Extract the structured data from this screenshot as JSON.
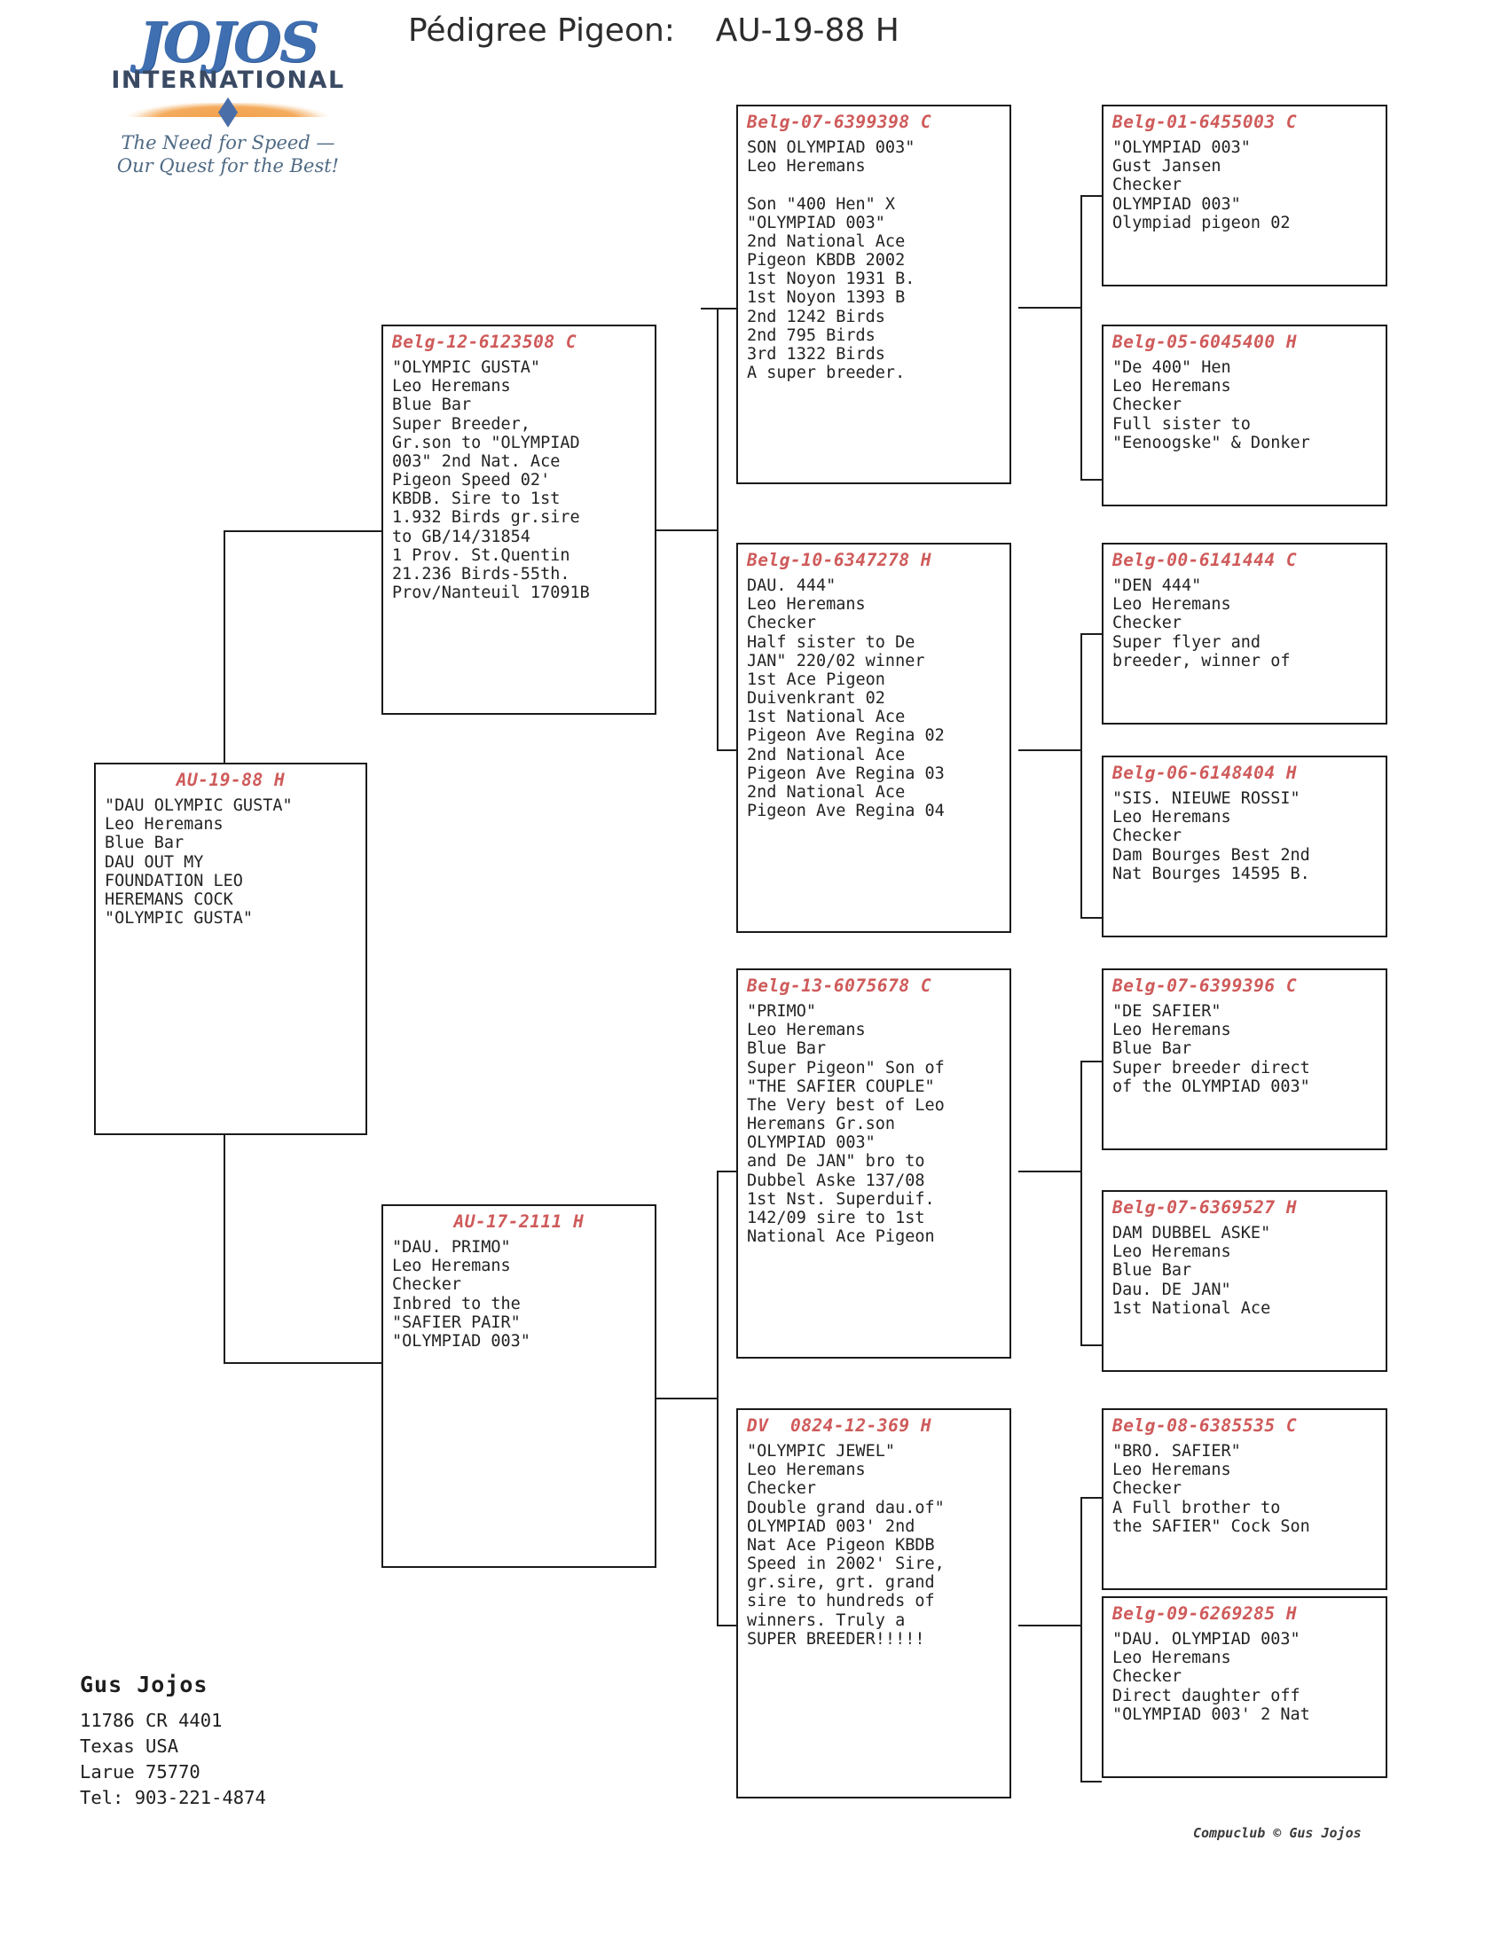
{
  "header": {
    "logo_word": "JOJOS",
    "logo_sub": "INTERNATIONAL",
    "slogan_line1": "The Need for Speed —",
    "slogan_line2": "Our Quest for the Best!",
    "title": "Pédigree Pigeon:    AU-19-88 H"
  },
  "footer": {
    "name": "Gus Jojos",
    "address1": "11786 CR 4401",
    "address2": "Texas USA",
    "address3": "Larue 75770",
    "phone": "Tel: 903-221-4874",
    "credit": "Compuclub © Gus Jojos"
  },
  "colors": {
    "id_red": "#cf5a5a",
    "text_black": "#232323",
    "box_border": "#1a1a1a",
    "shadow": "#4a4a4a",
    "logo_blue": "#3f6fb0",
    "logo_orange": "#f0a04b"
  },
  "pedigree": {
    "subject": {
      "id": "AU-19-88 H",
      "body": "\"DAU OLYMPIC GUSTA\"\nLeo Heremans\nBlue Bar\nDAU OUT MY\nFOUNDATION LEO\nHEREMANS COCK\n\"OLYMPIC GUSTA\""
    },
    "sire": {
      "id": "Belg-12-6123508 C",
      "body": "\"OLYMPIC GUSTA\"\nLeo Heremans\nBlue Bar\nSuper Breeder,\nGr.son to \"OLYMPIAD\n003\" 2nd Nat. Ace\nPigeon Speed 02'\nKBDB. Sire to 1st\n1.932 Birds gr.sire\nto GB/14/31854\n1 Prov. St.Quentin\n21.236 Birds-55th.\nProv/Nanteuil 17091B"
    },
    "dam": {
      "id": "AU-17-2111 H",
      "body": "\"DAU. PRIMO\"\nLeo Heremans\nChecker\nInbred to the\n\"SAFIER PAIR\"\n\"OLYMPIAD 003\""
    },
    "sire_sire": {
      "id": "Belg-07-6399398 C",
      "body": "SON OLYMPIAD 003\"\nLeo Heremans\n\nSon \"400 Hen\" X\n\"OLYMPIAD 003\"\n2nd National Ace\nPigeon KBDB 2002\n1st Noyon 1931 B.\n1st Noyon 1393 B\n2nd 1242 Birds\n2nd 795 Birds\n3rd 1322 Birds\nA super breeder."
    },
    "sire_dam": {
      "id": "Belg-10-6347278 H",
      "body": "DAU. 444\"\nLeo Heremans\nChecker\nHalf sister to De\nJAN\" 220/02 winner\n1st Ace Pigeon\nDuivenkrant 02\n1st National Ace\nPigeon Ave Regina 02\n2nd National Ace\nPigeon Ave Regina 03\n2nd National Ace\nPigeon Ave Regina 04"
    },
    "dam_sire": {
      "id": "Belg-13-6075678 C",
      "body": "\"PRIMO\"\nLeo Heremans\nBlue Bar\nSuper Pigeon\" Son of\n\"THE SAFIER COUPLE\"\nThe Very best of Leo\nHeremans Gr.son\nOLYMPIAD 003\"\nand De JAN\" bro to\nDubbel Aske 137/08\n1st Nst. Superduif.\n142/09 sire to 1st\nNational Ace Pigeon"
    },
    "dam_dam": {
      "id": "DV  0824-12-369 H",
      "body": "\"OLYMPIC JEWEL\"\nLeo Heremans\nChecker\nDouble grand dau.of\"\nOLYMPIAD 003' 2nd\nNat Ace Pigeon KBDB\nSpeed in 2002' Sire,\ngr.sire, grt. grand\nsire to hundreds of\nwinners. Truly a\nSUPER BREEDER!!!!!"
    },
    "gg1": {
      "id": "Belg-01-6455003 C",
      "body": "\"OLYMPIAD 003\"\nGust Jansen\nChecker\nOLYMPIAD 003\"\nOlympiad pigeon 02"
    },
    "gg2": {
      "id": "Belg-05-6045400 H",
      "body": "\"De 400\" Hen\nLeo Heremans\nChecker\nFull sister to\n\"Eenoogske\" & Donker"
    },
    "gg3": {
      "id": "Belg-00-6141444 C",
      "body": "\"DEN 444\"\nLeo Heremans\nChecker\nSuper flyer and\nbreeder, winner of"
    },
    "gg4": {
      "id": "Belg-06-6148404 H",
      "body": "\"SIS. NIEUWE ROSSI\"\nLeo Heremans\nChecker\nDam Bourges Best 2nd\nNat Bourges 14595 B."
    },
    "gg5": {
      "id": "Belg-07-6399396 C",
      "body": "\"DE SAFIER\"\nLeo Heremans\nBlue Bar\nSuper breeder direct\nof the OLYMPIAD 003\""
    },
    "gg6": {
      "id": "Belg-07-6369527 H",
      "body": "DAM DUBBEL ASKE\"\nLeo Heremans\nBlue Bar\nDau. DE JAN\"\n1st National Ace"
    },
    "gg7": {
      "id": "Belg-08-6385535 C",
      "body": "\"BRO. SAFIER\"\nLeo Heremans\nChecker\nA Full brother to\nthe SAFIER\" Cock Son"
    },
    "gg8": {
      "id": "Belg-09-6269285 H",
      "body": "\"DAU. OLYMPIAD 003\"\nLeo Heremans\nChecker\nDirect daughter off\n\"OLYMPIAD 003' 2 Nat"
    }
  }
}
